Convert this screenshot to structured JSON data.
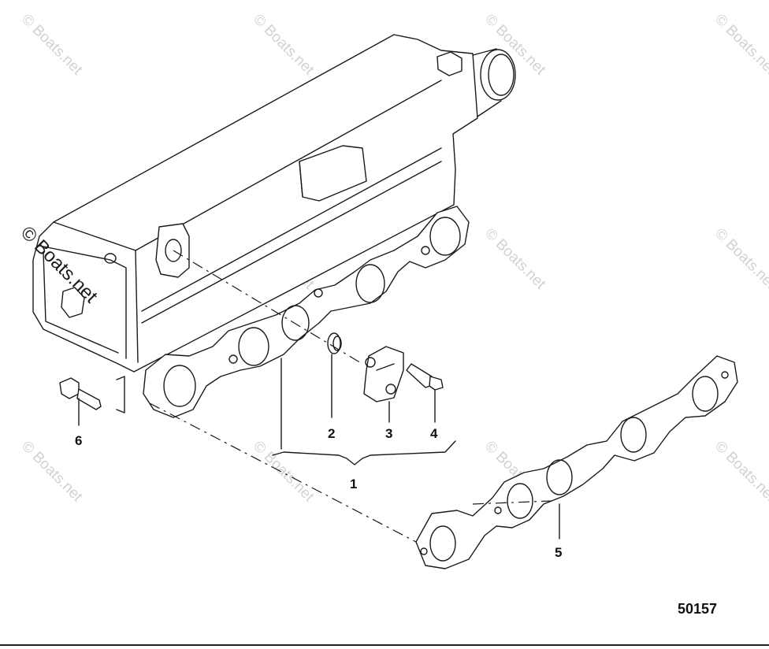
{
  "watermark": {
    "text": "© Boats.net",
    "prominent_text": "© Boats.net"
  },
  "callouts": {
    "c1": "1",
    "c2": "2",
    "c3": "3",
    "c4": "4",
    "c5": "5",
    "c6": "6"
  },
  "figure_number": "50157",
  "colors": {
    "line": "#1a1a1a",
    "watermark": "#d2d2d2",
    "background": "#ffffff"
  }
}
